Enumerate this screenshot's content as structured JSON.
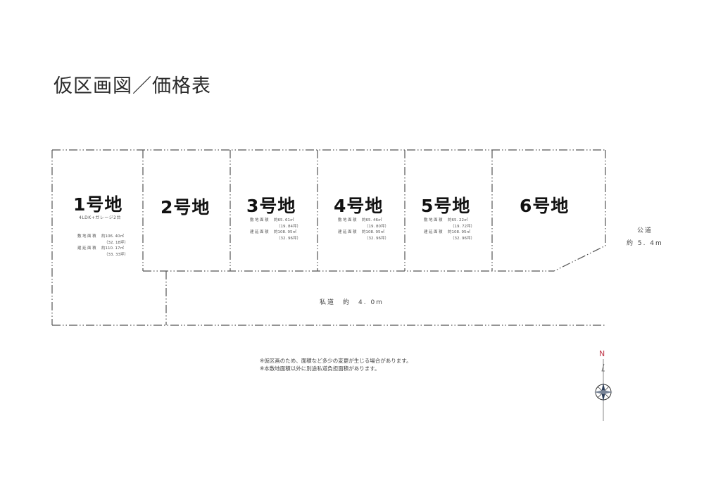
{
  "title": "仮区画図／価格表",
  "lots": [
    {
      "label": "1号地",
      "subtitle": "4LDK+ガレージ2台",
      "site_area_label": "敷地面積",
      "site_area": "約106. 40㎡",
      "site_area_tsubo": "（32. 18坪）",
      "floor_area_label": "建延面積",
      "floor_area": "約110. 17㎡",
      "floor_area_tsubo": "（33. 33坪）"
    },
    {
      "label": "2号地"
    },
    {
      "label": "3号地",
      "site_area_label": "敷地面積",
      "site_area": "約65. 61㎡",
      "site_area_tsubo": "（19. 84坪）",
      "floor_area_label": "建延面積",
      "floor_area": "約108. 95㎡",
      "floor_area_tsubo": "（32. 96坪）"
    },
    {
      "label": "4号地",
      "site_area_label": "敷地面積",
      "site_area": "約65. 46㎡",
      "site_area_tsubo": "（19. 80坪）",
      "floor_area_label": "建延面積",
      "floor_area": "約108. 95㎡",
      "floor_area_tsubo": "（32. 96坪）"
    },
    {
      "label": "5号地",
      "site_area_label": "敷地面積",
      "site_area": "約65. 22㎡",
      "site_area_tsubo": "（19. 72坪）",
      "floor_area_label": "建延面積",
      "floor_area": "約108. 95㎡",
      "floor_area_tsubo": "（32. 96坪）"
    },
    {
      "label": "6号地"
    }
  ],
  "roads": {
    "private_road": "私道　約　4. 0m",
    "public_road_line1": "公道",
    "public_road_line2": "約 5. 4m"
  },
  "notes": [
    "※仮区画のため、面積など多少の変更が生じる場合があります。",
    "※本敷地面積以外に別途私道負担面積があります。"
  ],
  "compass": {
    "north_label": "N",
    "north_color": "#c0394b"
  },
  "colors": {
    "boundary_line": "#555555",
    "text": "#111111"
  }
}
